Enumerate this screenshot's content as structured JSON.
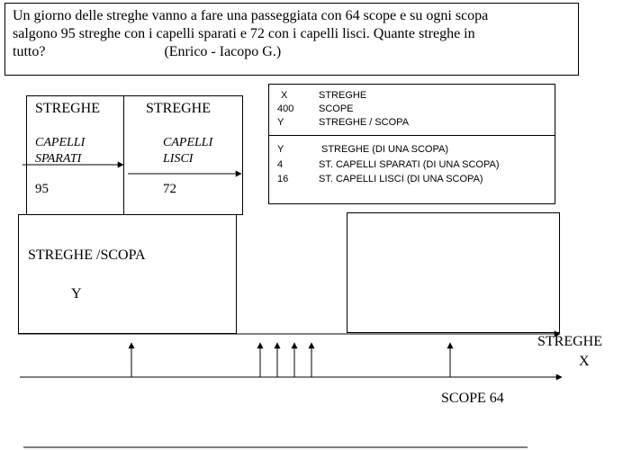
{
  "problem": {
    "line1": "Un giorno delle streghe vanno a fare una passeggiata con 64 scope e su ogni scopa",
    "line2": "salgono 95 streghe con i capelli sparati e 72 con i capelli lisci. Quante streghe in",
    "line3": "tutto?",
    "authors": "(Enrico - Iacopo G.)"
  },
  "table": {
    "col1": {
      "header": "STREGHE",
      "sub_line1": "CAPELLI",
      "sub_line2": "SPARATI",
      "value": "95"
    },
    "col2": {
      "header": "STREGHE",
      "sub_line1": "CAPELLI",
      "sub_line2": "LISCI",
      "value": "72"
    }
  },
  "legend_top": [
    {
      "sym": "X",
      "desc": "STREGHE"
    },
    {
      "sym": "400",
      "desc": "SCOPE"
    },
    {
      "sym": "Y",
      "desc": "STREGHE / SCOPA"
    }
  ],
  "legend_bottom": [
    {
      "sym": "Y",
      "desc": "STREGHE  (DI UNA SCOPA)"
    },
    {
      "sym": "4",
      "desc": "ST. CAPELLI SPARATI  (DI UNA SCOPA)"
    },
    {
      "sym": "16",
      "desc": "ST. CAPELLI LISCI  (DI UNA SCOPA)"
    }
  ],
  "streghe_scopa": {
    "label": "STREGHE /SCOPA",
    "var": "Y"
  },
  "axis": {
    "streghe_label": "STREGHE",
    "streghe_var": "X",
    "scope_label": "SCOPE  64"
  }
}
